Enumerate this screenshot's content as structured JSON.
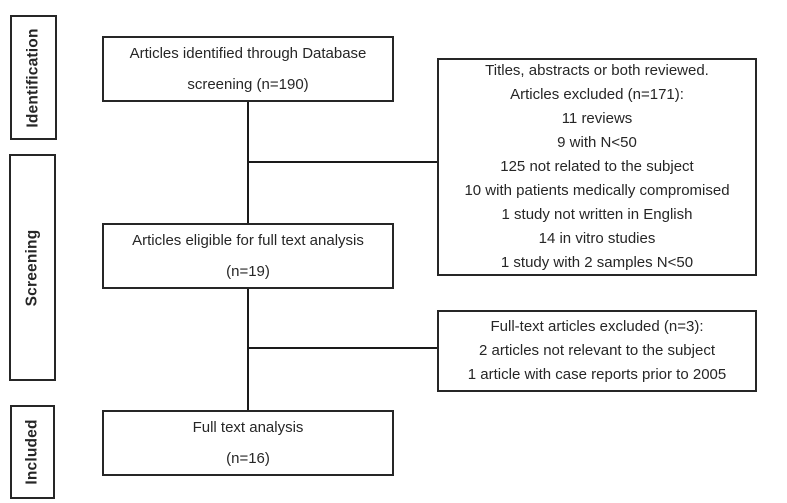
{
  "diagram": {
    "title": "PRISMA article selection flow diagram",
    "stages": [
      {
        "label": "Identification"
      },
      {
        "label": "Screening"
      },
      {
        "label": "Included"
      }
    ],
    "flow_boxes": [
      {
        "lines": [
          "Articles identified through Database",
          "screening (n=190)"
        ]
      },
      {
        "lines": [
          "Articles eligible for full text analysis",
          "(n=19)"
        ]
      },
      {
        "lines": [
          "Full text analysis",
          "(n=16)"
        ]
      }
    ],
    "exclusion_boxes": [
      {
        "lines": [
          "Titles, abstracts or both reviewed.",
          "Articles excluded (n=171):",
          "11 reviews",
          "9 with N<50",
          "125 not related to the subject",
          "10 with patients medically compromised",
          "1 study not written in English",
          "14 in vitro studies",
          "1 study with 2 samples N<50"
        ]
      },
      {
        "lines": [
          "Full-text articles excluded (n=3):",
          "2 articles not relevant to the subject",
          "1 article with case reports prior to 2005"
        ]
      }
    ],
    "counts": {
      "identified": 190,
      "excluded_screening": 171,
      "eligible_full_text": 19,
      "excluded_full_text": 3,
      "included": 16
    },
    "colors": {
      "border": "#262626",
      "text": "#262626",
      "line": "#1a1a1a",
      "background": "#ffffff"
    }
  }
}
